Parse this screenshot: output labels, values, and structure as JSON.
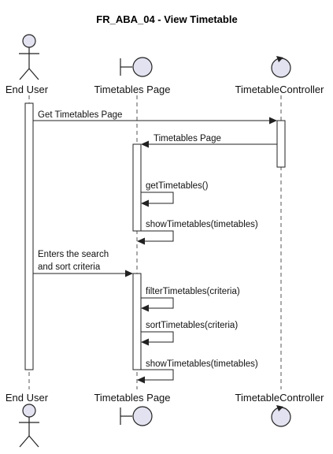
{
  "diagram": {
    "title": "FR_ABA_04 - View Timetable",
    "participants": [
      {
        "id": "user",
        "name": "End User",
        "kind": "actor"
      },
      {
        "id": "page",
        "name": "Timetables Page",
        "kind": "boundary"
      },
      {
        "id": "ctrl",
        "name": "TimetableController",
        "kind": "control"
      }
    ],
    "messages": [
      {
        "from": "user",
        "to": "ctrl",
        "lines": [
          "Get Timetables Page"
        ]
      },
      {
        "from": "ctrl",
        "to": "page",
        "lines": [
          "Timetables Page"
        ]
      },
      {
        "from": "page",
        "to": "page",
        "lines": [
          "getTimetables()"
        ]
      },
      {
        "from": "page",
        "to": "page",
        "lines": [
          "showTimetables(timetables)"
        ]
      },
      {
        "from": "user",
        "to": "page",
        "lines": [
          "Enters the search",
          "and sort criteria"
        ]
      },
      {
        "from": "page",
        "to": "page",
        "lines": [
          "filterTimetables(criteria)"
        ]
      },
      {
        "from": "page",
        "to": "page",
        "lines": [
          "sortTimetables(criteria)"
        ]
      },
      {
        "from": "page",
        "to": "page",
        "lines": [
          "showTimetables(timetables)"
        ]
      }
    ]
  }
}
